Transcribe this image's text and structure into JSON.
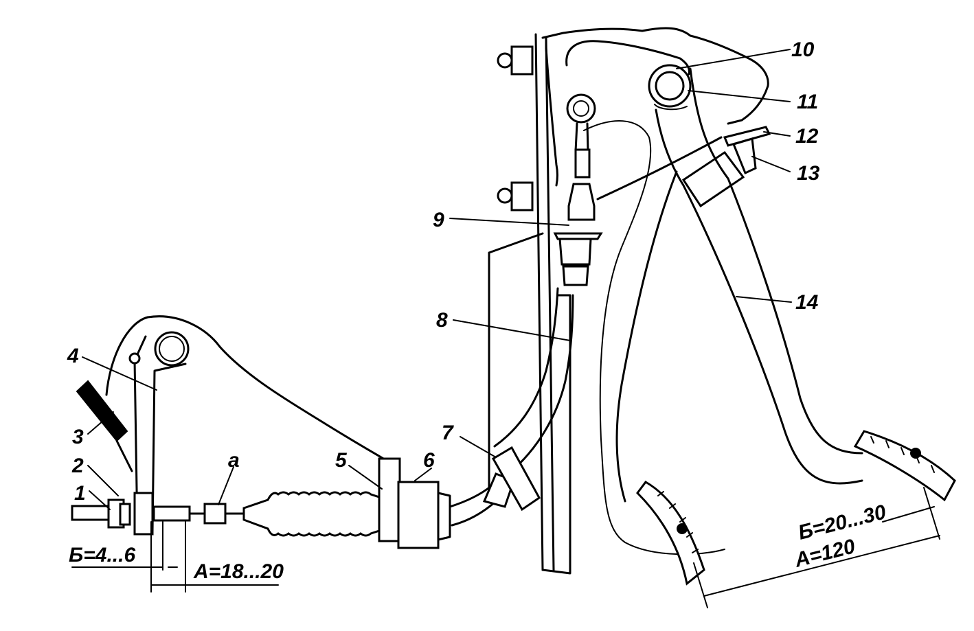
{
  "callouts": {
    "n1": "1",
    "n2": "2",
    "n3": "3",
    "n4": "4",
    "n5": "5",
    "n6": "6",
    "n7": "7",
    "n8": "8",
    "n9": "9",
    "n10": "10",
    "n11": "11",
    "n12": "12",
    "n13": "13",
    "n14": "14",
    "a": "a"
  },
  "dimensions": {
    "b_left": "Б=4...6",
    "a_left": "А=18...20",
    "b_right": "Б=20...30",
    "a_right": "А=120"
  }
}
